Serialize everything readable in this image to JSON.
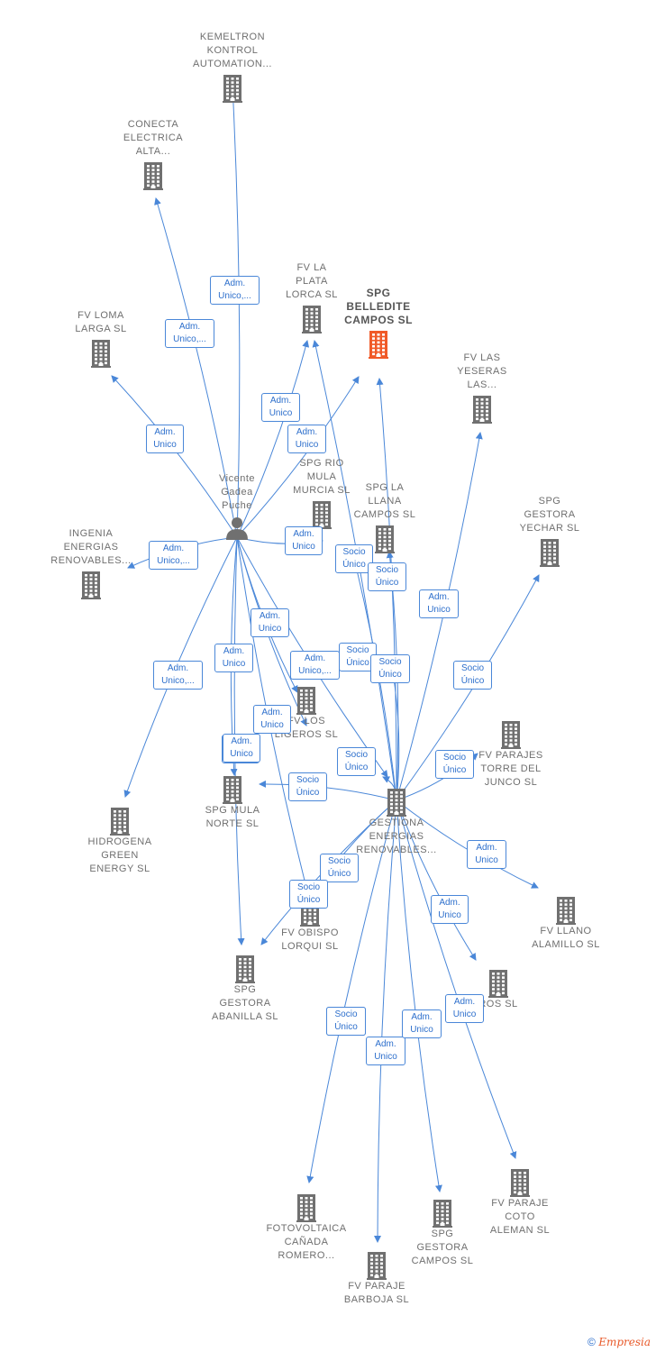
{
  "colors": {
    "edge": "#4a87d8",
    "building": "#707070",
    "focus": "#f05a28",
    "person": "#707070"
  },
  "person": {
    "label": "Vicente\nGadea\nPuche",
    "icon": "person-icon"
  },
  "hub": {
    "label": "GESTIONA\nENERGIAS\nRENOVABLES...",
    "icon": "building-icon"
  },
  "companies": [
    {
      "id": "kemeltron",
      "label": "KEMELTRON\nKONTROL\nAUTOMATION..."
    },
    {
      "id": "conecta",
      "label": "CONECTA\nELECTRICA\nALTA..."
    },
    {
      "id": "fvloma",
      "label": "FV LOMA\nLARGA SL"
    },
    {
      "id": "fvlaplata",
      "label": "FV LA\nPLATA\nLORCA SL"
    },
    {
      "id": "spgbelledite",
      "label": "SPG\nBELLEDITE\nCAMPOS SL",
      "focus": true
    },
    {
      "id": "fvlasyeseras",
      "label": "FV LAS\nYESERAS\nLAS..."
    },
    {
      "id": "spgriomula",
      "label": "SPG RIO\nMULA\nMURCIA SL"
    },
    {
      "id": "spglallana",
      "label": "SPG LA\nLLANA\nCAMPOS SL"
    },
    {
      "id": "spggestorayechar",
      "label": "SPG\nGESTORA\nYECHAR SL"
    },
    {
      "id": "ingenia",
      "label": "INGENIA\nENERGIAS\nRENOVABLES..."
    },
    {
      "id": "fvlosligeros",
      "label": "FV LOS\nLIGEROS SL"
    },
    {
      "id": "fvparajestorre",
      "label": "FV PARAJES\nTORRE DEL\nJUNCO SL"
    },
    {
      "id": "hidrogena",
      "label": "HIDROGENA\nGREEN\nENERGY SL"
    },
    {
      "id": "spgmulanorte",
      "label": "SPG MULA\nNORTE SL"
    },
    {
      "id": "fvobispo",
      "label": "FV OBISPO\nLORQUI SL"
    },
    {
      "id": "fvllano",
      "label": "FV LLANO\nALAMILLO SL"
    },
    {
      "id": "fvros",
      "label": "ROS SL"
    },
    {
      "id": "spggestoraabanilla",
      "label": "SPG\nGESTORA\nABANILLA SL"
    },
    {
      "id": "fvparajecoto",
      "label": "FV PARAJE\nCOTO\nALEMAN SL"
    },
    {
      "id": "fotovoltaica",
      "label": "FOTOVOLTAICA\nCAÑADA\nROMERO..."
    },
    {
      "id": "spggestoracampos",
      "label": "SPG\nGESTORA\nCAMPOS SL"
    },
    {
      "id": "fvparajebarboja",
      "label": "FV PARAJE\nBARBOJA SL"
    }
  ],
  "edge_labels": [
    "Adm.\nUnico,...",
    "Adm.\nUnico,...",
    "Adm.\nUnico",
    "Adm.\nUnico",
    "Adm.\nUnico",
    "Adm.\nUnico",
    "Adm.\nUnico,...",
    "Socio\nÚnico",
    "Socio\nÚnico",
    "Adm.\nUnico",
    "Adm.\nUnico,...",
    "Adm.\nUnico",
    "Adm.\nUnico",
    "Socio\nÚnico",
    "Socio\nÚnico",
    "Adm.\nUnico",
    "Socio\nÚnico",
    "Adm.\nUnico,...",
    "Adm.\nUnico",
    "Socio\nÚnico",
    "Socio\nÚnico",
    "Socio\nÚnico",
    "Socio\nÚnico",
    "Socio\nÚnico",
    "Socio\nÚnico",
    "Adm.\nUnico",
    "Adm.\nUnico",
    "Adm.\nUnico",
    "Socio\nÚnico",
    "Adm.\nUnico",
    "Adm.\nUnico",
    "Adm.\nUnico"
  ],
  "footer": {
    "copyright": "©",
    "brand": "Empresia"
  }
}
